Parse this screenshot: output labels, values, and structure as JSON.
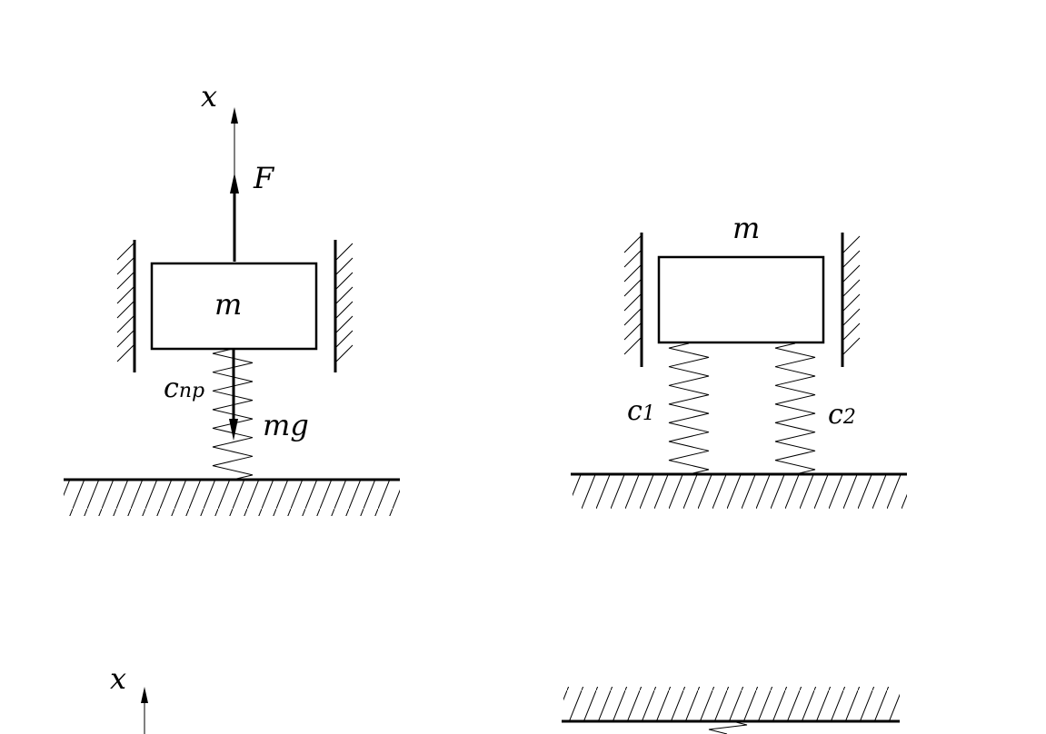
{
  "figure1": {
    "axis_label": "x",
    "force_label": "F",
    "mass_label": "m",
    "spring_label_base": "c",
    "spring_label_sub": "пр",
    "weight_label": "mg"
  },
  "figure2": {
    "mass_label": "m",
    "spring1_base": "c",
    "spring1_sub": "1",
    "spring2_base": "c",
    "spring2_sub": "2"
  },
  "figure3": {
    "axis_label": "x"
  }
}
